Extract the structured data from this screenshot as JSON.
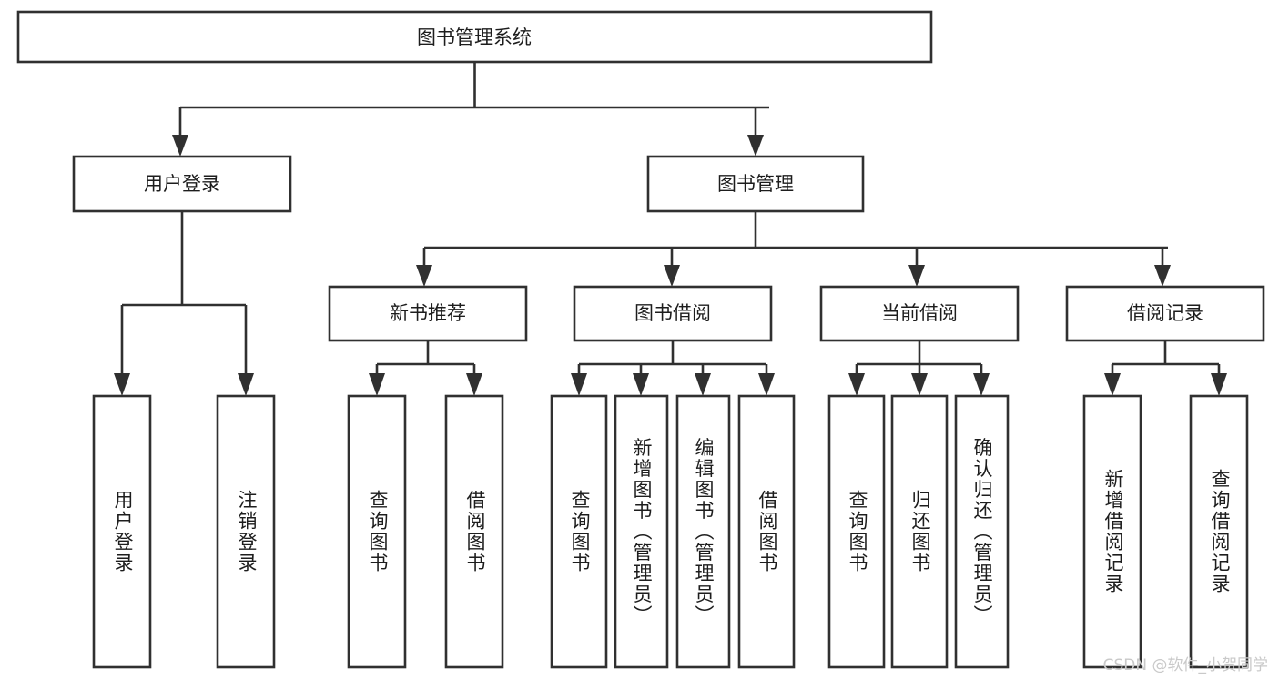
{
  "diagram": {
    "title": "图书管理系统",
    "type": "hierarchy-tree",
    "orientation": "top-down",
    "colors": {
      "box_fill": "#ffffff",
      "box_stroke": "#303030",
      "text": "#1d1d1d",
      "background": "#ffffff",
      "watermark": "#c9c9c9"
    }
  },
  "root": {
    "label": "图书管理系统"
  },
  "level1": [
    {
      "id": "user-login",
      "label": "用户登录"
    },
    {
      "id": "book-management",
      "label": "图书管理"
    }
  ],
  "level2": [
    {
      "id": "new-book-recommend",
      "label": "新书推荐",
      "parent": "book-management"
    },
    {
      "id": "book-borrow",
      "label": "图书借阅",
      "parent": "book-management"
    },
    {
      "id": "current-borrow",
      "label": "当前借阅",
      "parent": "book-management"
    },
    {
      "id": "borrow-record",
      "label": "借阅记录",
      "parent": "book-management"
    }
  ],
  "leaves": {
    "user-login": [
      {
        "id": "leaf-user-login",
        "label": "用户登录"
      },
      {
        "id": "leaf-logout-login",
        "label": "注销登录"
      }
    ],
    "new-book-recommend": [
      {
        "id": "leaf-query-book-1",
        "label": "查询图书"
      },
      {
        "id": "leaf-borrow-book-1",
        "label": "借阅图书"
      }
    ],
    "book-borrow": [
      {
        "id": "leaf-query-book-2",
        "label": "查询图书"
      },
      {
        "id": "leaf-add-book",
        "label": "新增图书（管理员）"
      },
      {
        "id": "leaf-edit-book",
        "label": "编辑图书（管理员）"
      },
      {
        "id": "leaf-borrow-book-2",
        "label": "借阅图书"
      }
    ],
    "current-borrow": [
      {
        "id": "leaf-query-book-3",
        "label": "查询图书"
      },
      {
        "id": "leaf-return-book",
        "label": "归还图书"
      },
      {
        "id": "leaf-confirm-return",
        "label": "确认归还（管理员）"
      }
    ],
    "borrow-record": [
      {
        "id": "leaf-add-record",
        "label": "新增借阅记录"
      },
      {
        "id": "leaf-query-record",
        "label": "查询借阅记录"
      }
    ]
  },
  "watermark": {
    "text": "CSDN @软件_小贺同学"
  }
}
